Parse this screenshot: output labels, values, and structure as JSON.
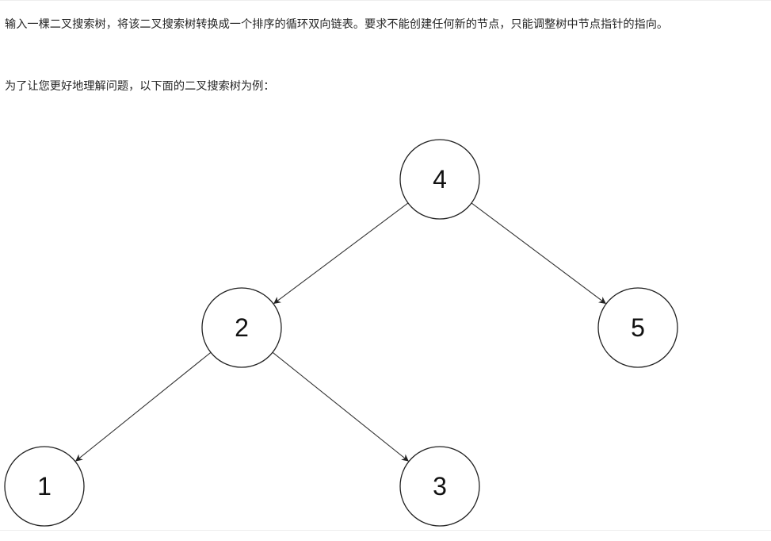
{
  "problem": {
    "description": "输入一棵二叉搜索树，将该二叉搜索树转换成一个排序的循环双向链表。要求不能创建任何新的节点，只能调整树中节点指针的指向。",
    "example_intro": "为了让您更好地理解问题，以下面的二叉搜索树为例："
  },
  "tree": {
    "nodes": [
      {
        "id": "n4",
        "label": "4"
      },
      {
        "id": "n2",
        "label": "2"
      },
      {
        "id": "n5",
        "label": "5"
      },
      {
        "id": "n1",
        "label": "1"
      },
      {
        "id": "n3",
        "label": "3"
      }
    ],
    "edges": [
      {
        "from": "n4",
        "to": "n2"
      },
      {
        "from": "n4",
        "to": "n5"
      },
      {
        "from": "n2",
        "to": "n1"
      },
      {
        "from": "n2",
        "to": "n3"
      }
    ],
    "colors": {
      "stroke": "#222222",
      "fill": "#ffffff"
    }
  }
}
